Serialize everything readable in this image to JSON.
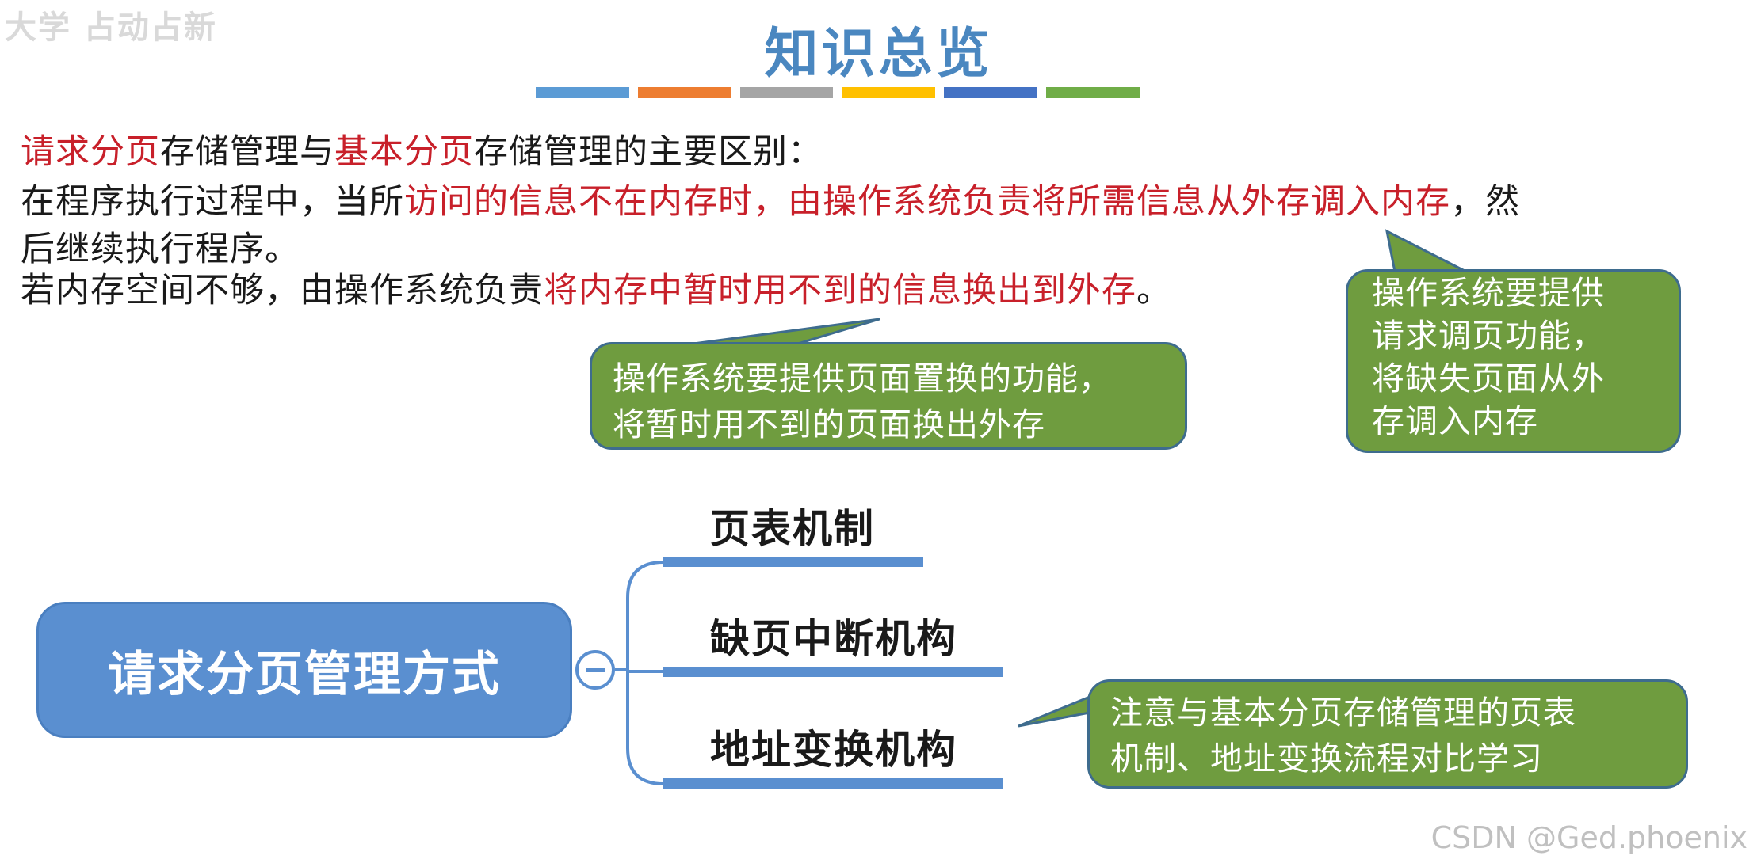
{
  "watermark_top": "大学 占动占新",
  "title": "知识总览",
  "title_bar_colors": [
    "#5b9bd5",
    "#ed7d31",
    "#a5a5a5",
    "#ffc000",
    "#4472c4",
    "#70ad47"
  ],
  "colors": {
    "red_text": "#c8202a",
    "callout_fill": "#6f9c3f",
    "callout_border": "#3e6c8e",
    "mindmap_blue": "#5a8fd0",
    "title_blue": "#4a87c0"
  },
  "paragraphs": {
    "p1": {
      "a": "请求分页",
      "b": "存储管理与",
      "c": "基本分页",
      "d": "存储管理的主要区别："
    },
    "p2": {
      "a": "在程序执行过程中，当所",
      "b": "访问的信息不在内存时，由操作系统负责将所需信息从外存调入内存",
      "c": "，然"
    },
    "p2_cont": "后继续执行程序。",
    "p3": {
      "a": "若内存空间不够，由操作系统负责",
      "b": "将内存中暂时用不到的信息换出到外存",
      "c": "。"
    }
  },
  "callouts": {
    "replace": "操作系统要提供页面置换的功能，\n将暂时用不到的页面换出外存",
    "demand": "操作系统要提供\n请求调页功能，\n将缺失页面从外\n存调入内存",
    "compare": "注意与基本分页存储管理的页表\n机制、地址变换流程对比学习"
  },
  "mindmap": {
    "root": "请求分页管理方式",
    "collapse_icon": "minus-circle-icon",
    "branches": [
      "页表机制",
      "缺页中断机构",
      "地址变换机构"
    ]
  },
  "watermark_bottom": "CSDN @Ged.phoenix"
}
